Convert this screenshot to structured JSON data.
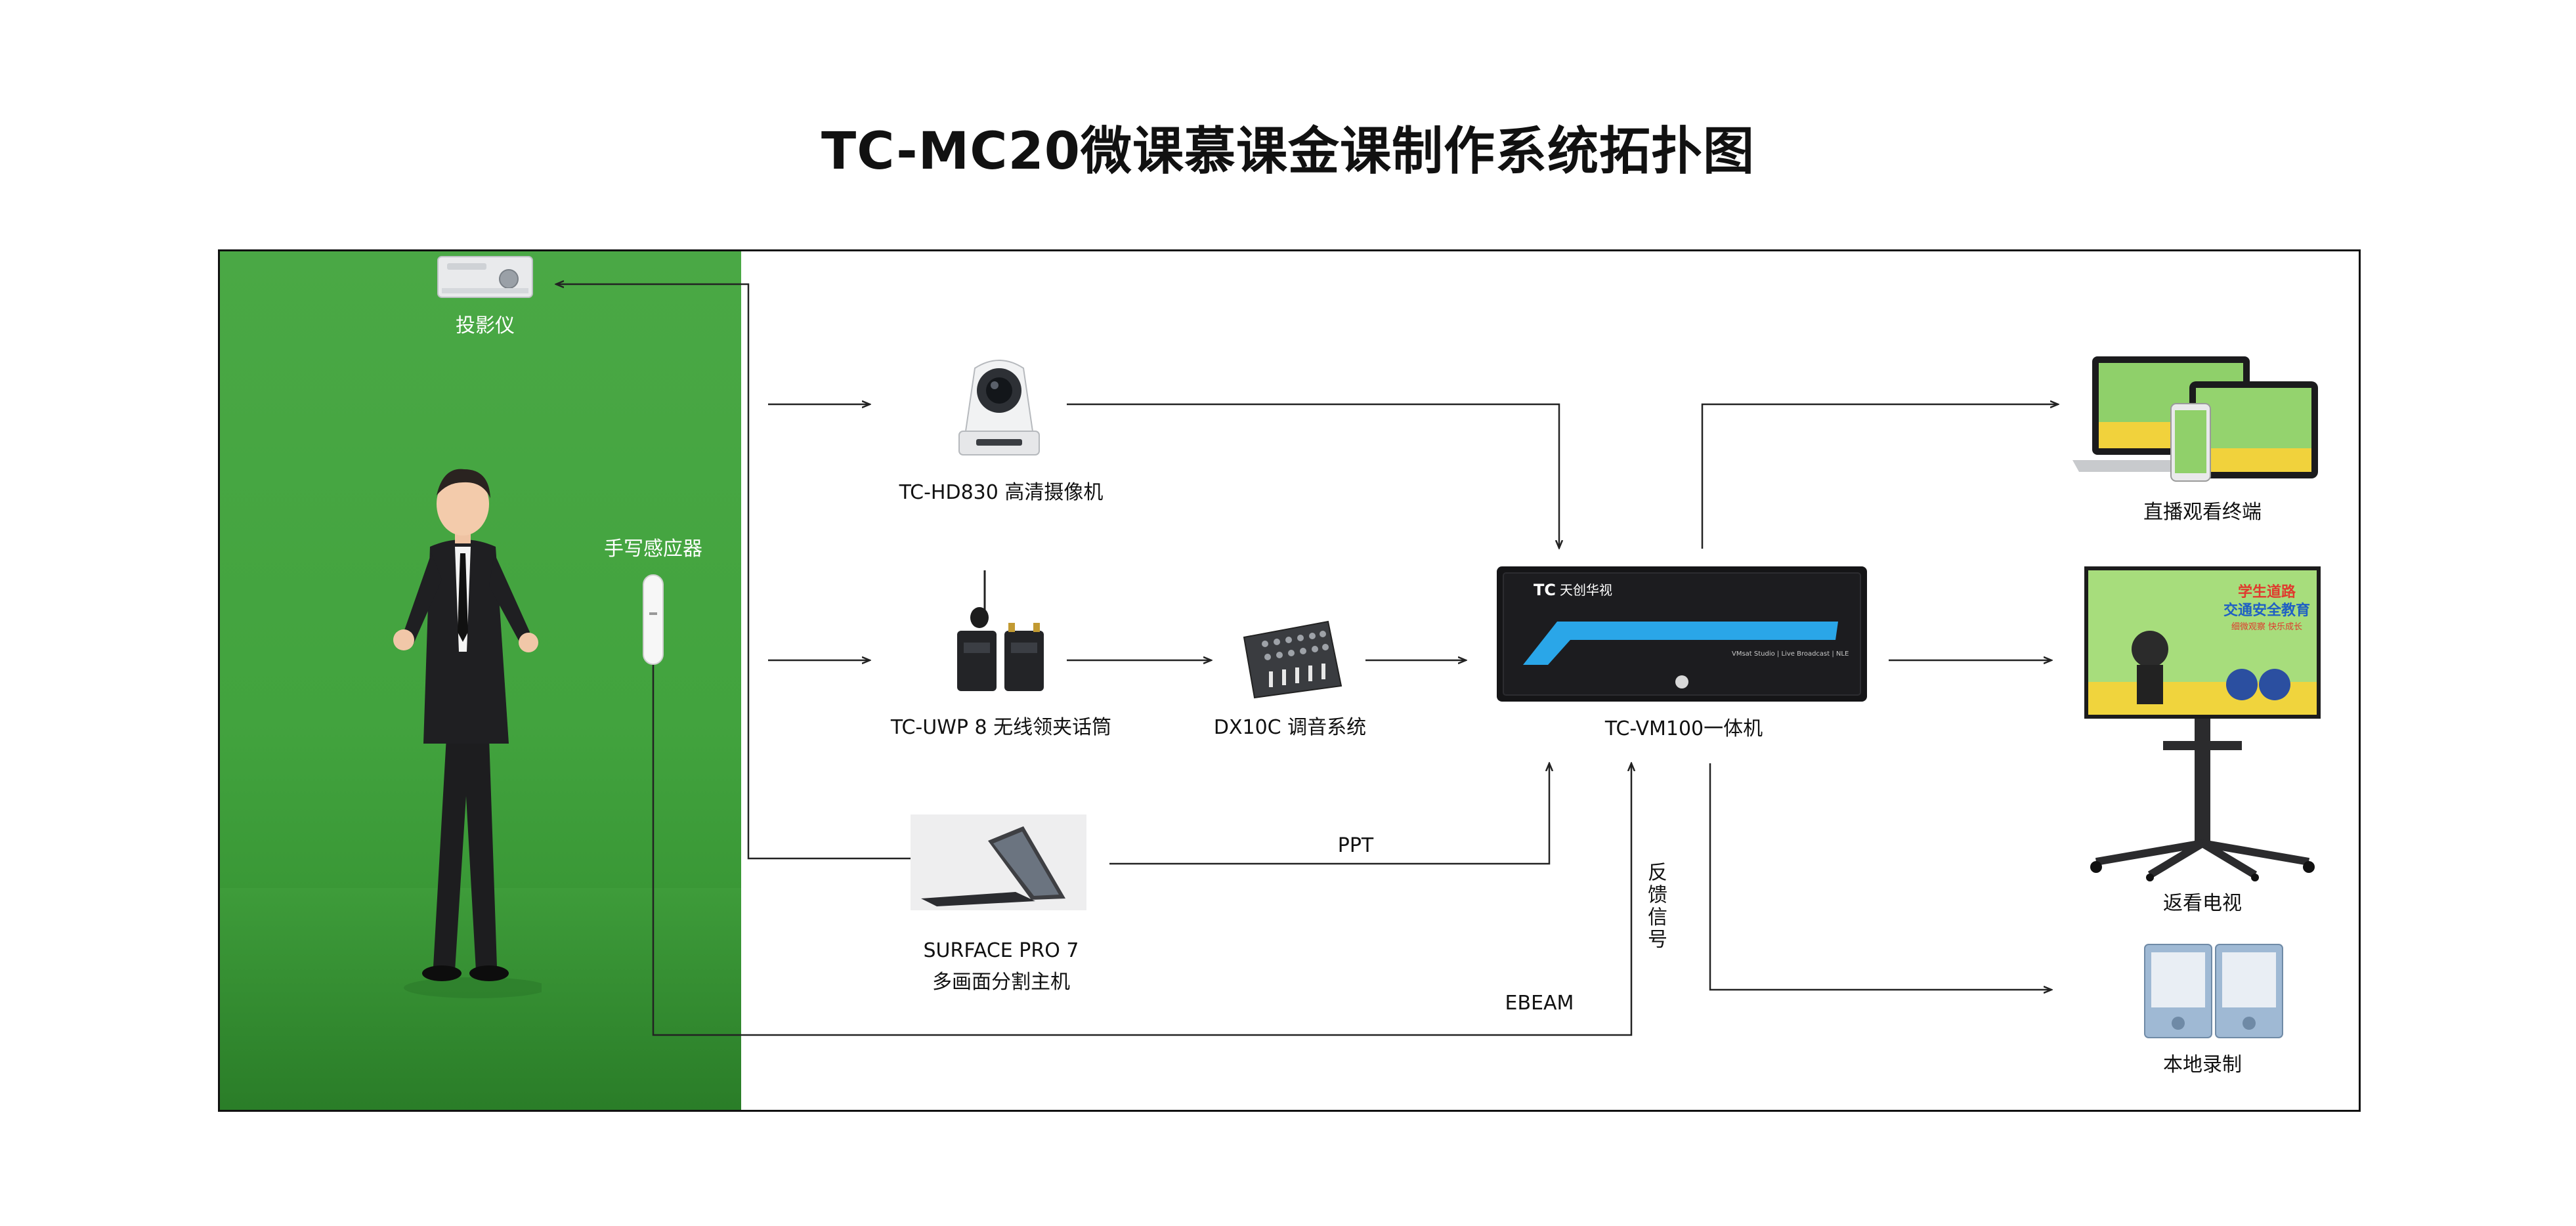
{
  "title": "TC-MC20微课慕课金课制作系统拓扑图",
  "nodes": {
    "projector": "投影仪",
    "pen": "手写感应器",
    "camera": "TC-HD830 高清摄像机",
    "mic": "TC-UWP 8 无线领夹话筒",
    "mixer": "DX10C 调音系统",
    "host": "TC-VM100一体机",
    "surface_line1": "SURFACE PRO 7",
    "surface_line2": "多画面分割主机",
    "live": "直播观看终端",
    "tv": "返看电视",
    "storage": "本地录制"
  },
  "edges": {
    "ppt": "PPT",
    "ebeam": "EBEAM",
    "feedback": "反馈信号"
  },
  "screen_text": {
    "brand": "天创华视",
    "panel": "VMsat Studio | Live Broadcast | NLE",
    "tv_line1": "学生道路",
    "tv_line2": "交通安全教育",
    "tv_line3": "细微观察 快乐成长"
  },
  "colors": {
    "green_room": "#46a641",
    "accent_blue": "#2aa6e8",
    "line": "#222222"
  }
}
